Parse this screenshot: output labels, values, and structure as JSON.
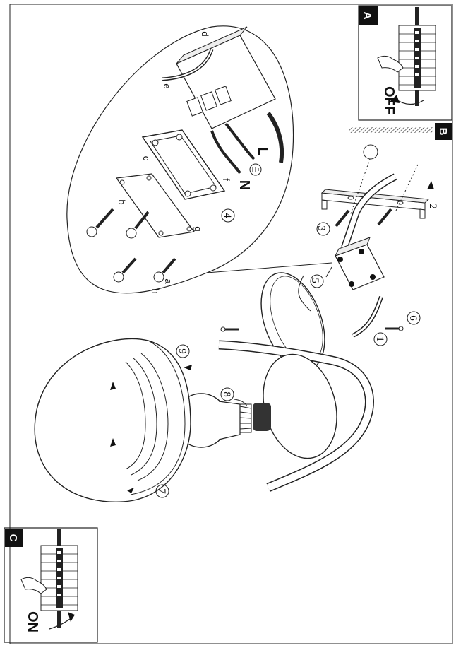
{
  "panels": {
    "a": {
      "tag": "A",
      "word": "OFF"
    },
    "b": {
      "tag": "B"
    },
    "c": {
      "tag": "C",
      "word": "ON"
    }
  },
  "steps": [
    "1",
    "2",
    "3",
    "4",
    "5",
    "6",
    "7",
    "8",
    "9"
  ],
  "parts": [
    "a",
    "b",
    "c",
    "d",
    "e",
    "f",
    "g",
    "h"
  ],
  "wires": {
    "live": "L",
    "neutral": "N"
  }
}
